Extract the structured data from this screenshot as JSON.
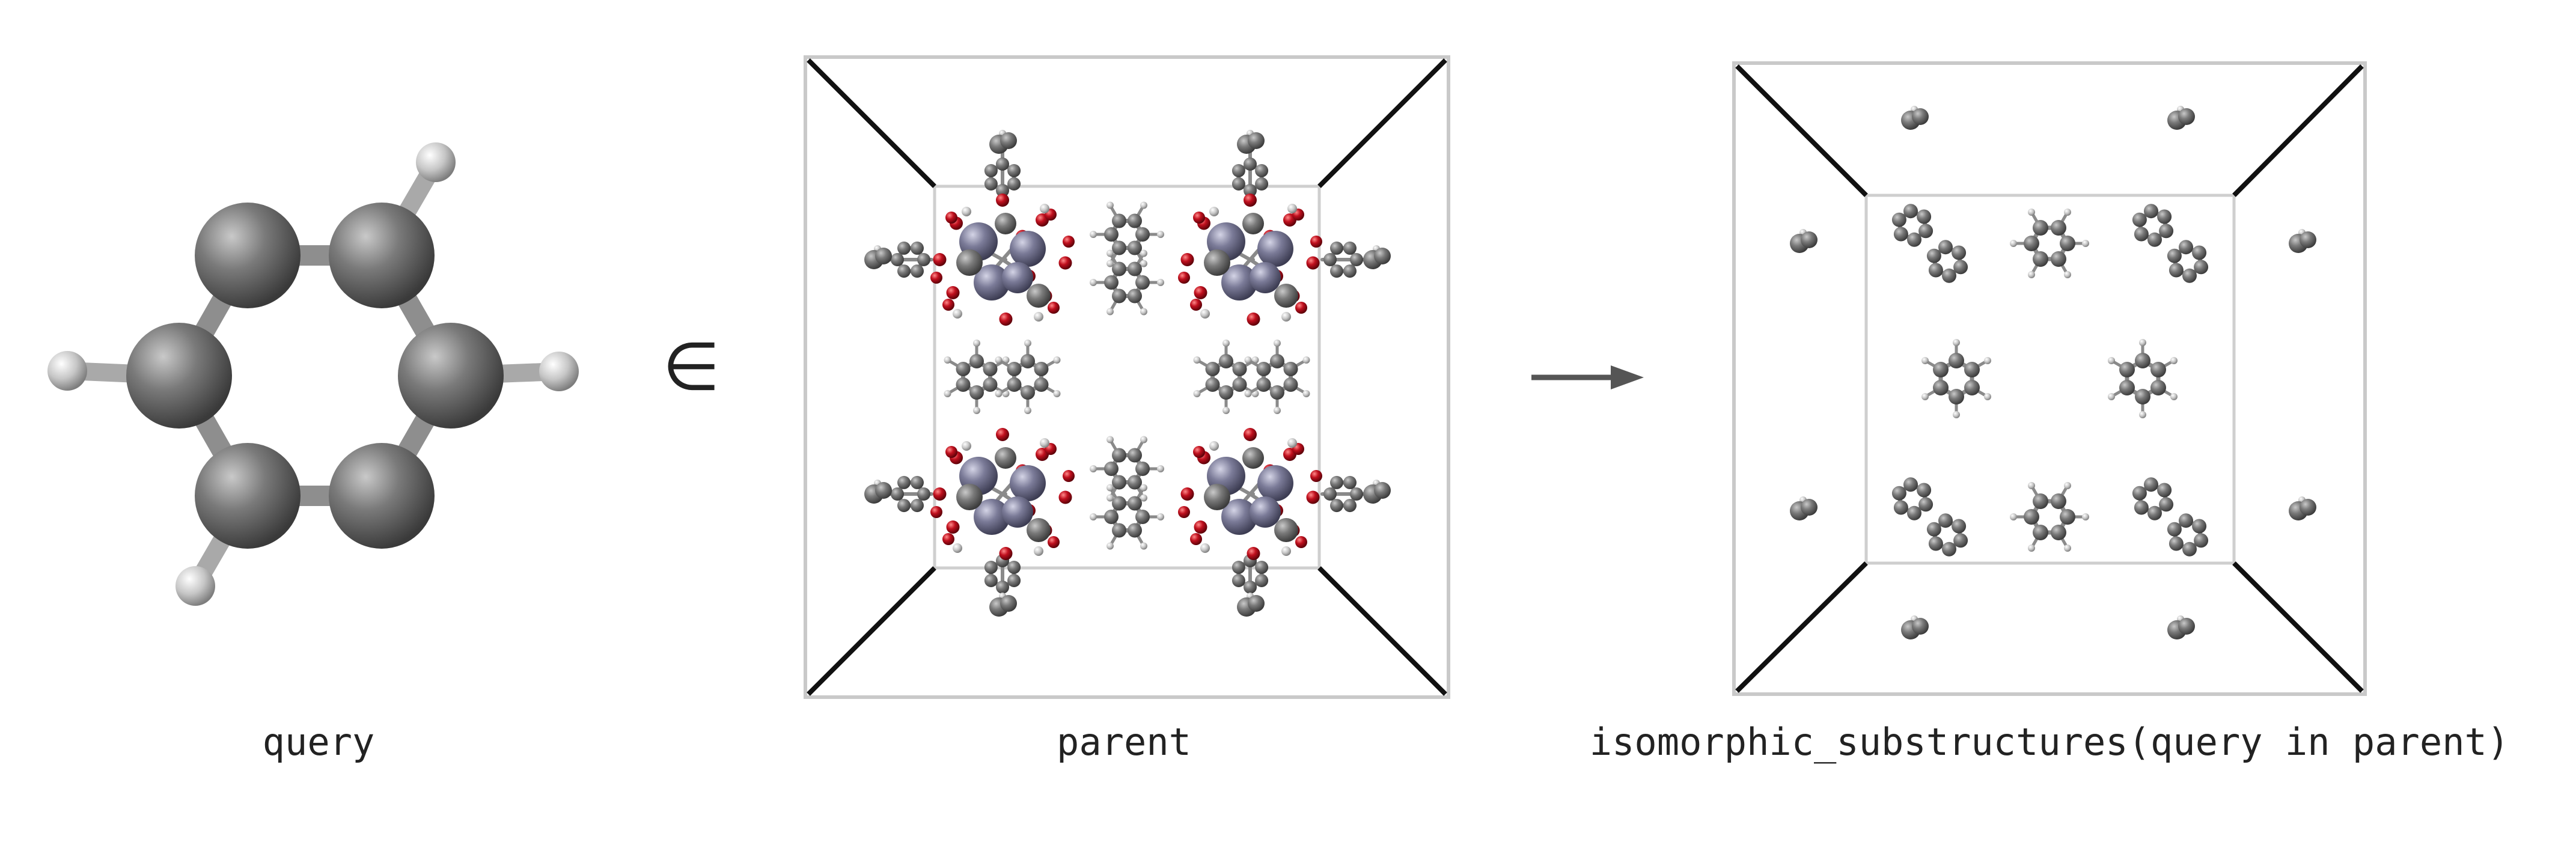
{
  "figure": {
    "captions": {
      "query": "query",
      "parent": "parent",
      "result": "isomorphic_substructures(query in parent)"
    },
    "element_of_symbol": "∈",
    "arrow_icon": "right-arrow-icon",
    "colors": {
      "carbon": "#6b6b6b",
      "hydrogen": "#c8c8c8",
      "oxygen": "#b3101f",
      "metal": "#7a7a96",
      "cell_edge": "#111111",
      "cell_border": "#c9c9c9",
      "text": "#222222"
    }
  }
}
